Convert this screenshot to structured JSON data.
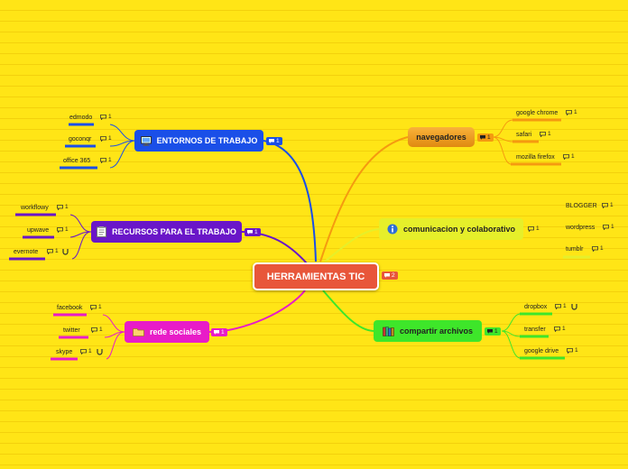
{
  "central": {
    "label": "HERRAMIENTAS TIC",
    "count": "2"
  },
  "branches": {
    "entornos": {
      "label": "ENTORNOS DE TRABAJO",
      "count": "1",
      "color": "#1a4fe8",
      "icon": "monitor-icon",
      "leaves": [
        {
          "label": "edmodo",
          "count": "1"
        },
        {
          "label": "goconqr",
          "count": "1"
        },
        {
          "label": "office 365",
          "count": "1"
        }
      ]
    },
    "recursos": {
      "label": "RECURSOS PARA EL TRABAJO",
      "count": "1",
      "color": "#6a16c8",
      "icon": "notepad-icon",
      "leaves": [
        {
          "label": "workflowy",
          "count": "1"
        },
        {
          "label": "upwave",
          "count": "1"
        },
        {
          "label": "evernote",
          "count": "1"
        }
      ]
    },
    "redes": {
      "label": "rede sociales",
      "count": "1",
      "color": "#e81cc8",
      "icon": "folder-icon",
      "leaves": [
        {
          "label": "facebook",
          "count": "1"
        },
        {
          "label": "twitter",
          "count": "1"
        },
        {
          "label": "skype",
          "count": "1"
        }
      ]
    },
    "navegadores": {
      "label": "navegadores",
      "count": "1",
      "color": "#f59a10",
      "icon": "",
      "leaves": [
        {
          "label": "google chrome",
          "count": "1"
        },
        {
          "label": "safari",
          "count": "1"
        },
        {
          "label": "mozilla firefox",
          "count": "1"
        }
      ]
    },
    "comunicacion": {
      "label": "comunicacion y colaborativo",
      "count": "1",
      "color": "#e6ef2a",
      "icon": "info-icon",
      "leaves": [
        {
          "label": "BLOGGER",
          "count": "1"
        },
        {
          "label": "wordpress",
          "count": "1"
        },
        {
          "label": "tumblr",
          "count": "1"
        }
      ]
    },
    "compartir": {
      "label": "compartir archivos",
      "count": "1",
      "color": "#3ee62a",
      "icon": "books-icon",
      "leaves": [
        {
          "label": "dropbox",
          "count": "1"
        },
        {
          "label": "transfer",
          "count": "1"
        },
        {
          "label": "google drive",
          "count": "1"
        }
      ]
    }
  }
}
